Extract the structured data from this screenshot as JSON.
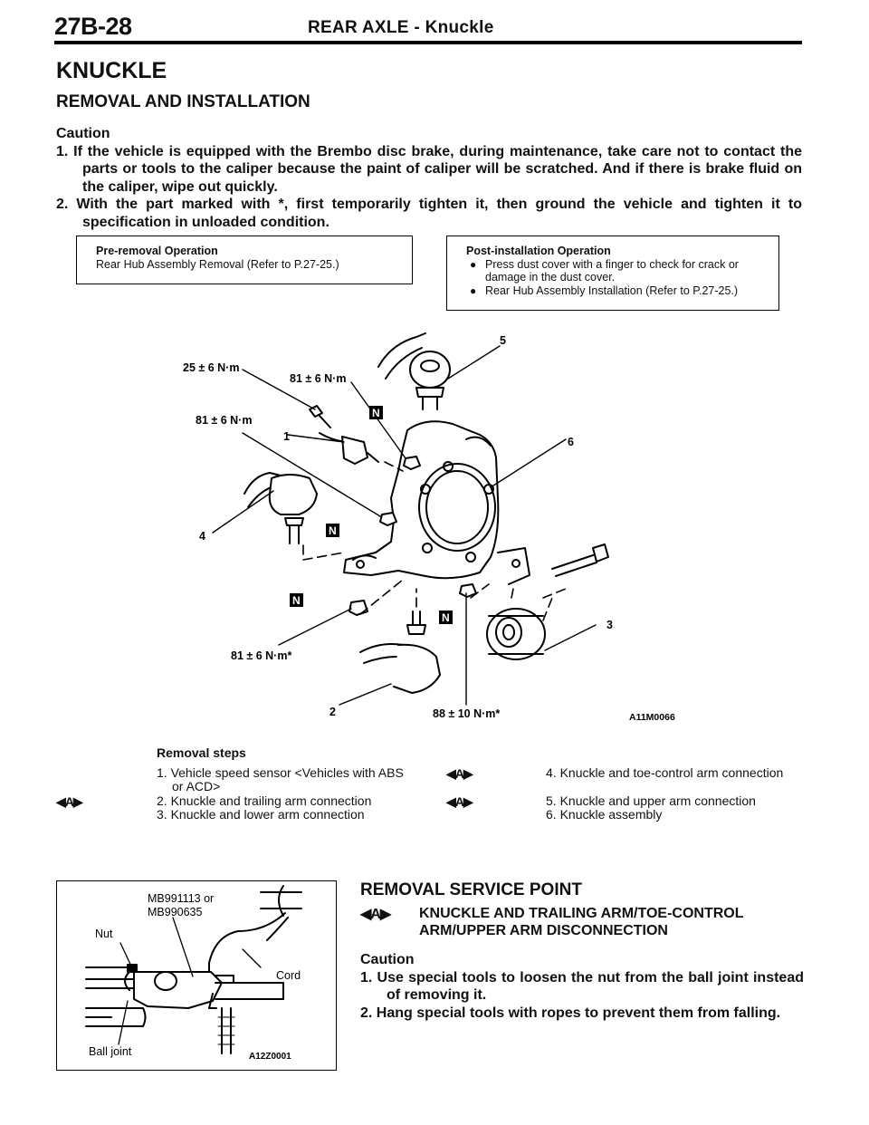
{
  "header": {
    "page_number": "27B-28",
    "section": "REAR AXLE - Knuckle"
  },
  "title": "KNUCKLE",
  "subtitle": "REMOVAL AND INSTALLATION",
  "caution": {
    "label": "Caution",
    "items": [
      "1. If the vehicle is equipped with the Brembo disc brake, during maintenance, take care not to contact the parts or tools to the caliper because the paint of caliper will be scratched. And if there is brake fluid on the caliper, wipe out quickly.",
      "2. With the part marked with *, first temporarily tighten it, then ground the vehicle and tighten it to specification in unloaded condition."
    ]
  },
  "pre_removal": {
    "heading": "Pre-removal Operation",
    "text": "Rear Hub Assembly Removal (Refer to P.27-25.)"
  },
  "post_installation": {
    "heading": "Post-installation Operation",
    "bullets": [
      "Press dust cover with a finger to check for crack or damage in the dust cover.",
      "Rear Hub Assembly Installation (Refer to P.27-25.)"
    ]
  },
  "diagram": {
    "labels": {
      "t25": "25 ± 6 N·m",
      "t81a": "81 ± 6 N·m",
      "t81b": "81 ± 6 N·m",
      "t81c": "81 ± 6 N·m*",
      "t88": "88 ± 10 N·m*",
      "n1": "1",
      "n2": "2",
      "n3": "3",
      "n4": "4",
      "n5": "5",
      "n6": "6",
      "nut": "N",
      "code": "A11M0066"
    }
  },
  "removal_steps": {
    "heading": "Removal steps",
    "mark": "◀A▶",
    "left": [
      {
        "mark": "",
        "text": "1. Vehicle speed sensor <Vehicles with ABS or ACD>"
      },
      {
        "mark": "◀A▶",
        "text": "2. Knuckle and trailing arm connection"
      },
      {
        "mark": "",
        "text": "3. Knuckle and lower arm connection"
      }
    ],
    "right": [
      {
        "mark": "◀A▶",
        "text": "4. Knuckle and toe-control arm connection"
      },
      {
        "mark": "◀A▶",
        "text": "5. Knuckle and upper arm connection"
      },
      {
        "mark": "",
        "text": "6. Knuckle assembly"
      }
    ]
  },
  "figure2": {
    "tool_label_1": "MB991113 or",
    "tool_label_2": "MB990635",
    "nut": "Nut",
    "cord": "Cord",
    "ball_joint": "Ball joint",
    "code": "A12Z0001"
  },
  "service_point": {
    "title": "REMOVAL SERVICE POINT",
    "mark": "◀A▶",
    "subtitle": "KNUCKLE AND TRAILING ARM/TOE-CONTROL ARM/UPPER ARM DISCONNECTION",
    "caution_label": "Caution",
    "items": [
      "1. Use special tools to loosen the nut from the ball joint instead of removing it.",
      "2. Hang special tools with ropes to prevent them from falling."
    ]
  }
}
